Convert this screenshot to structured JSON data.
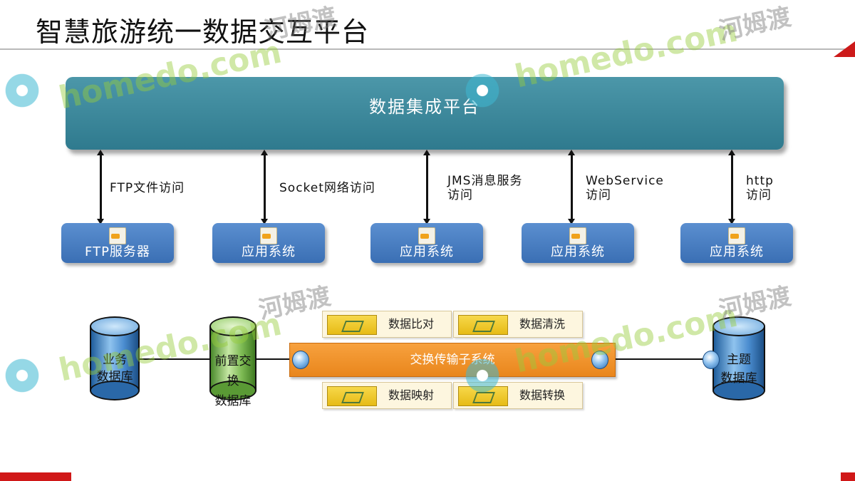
{
  "title": "智慧旅游统一数据交互平台",
  "platform": {
    "label": "数据集成平台"
  },
  "connections": [
    {
      "line1": "FTP文件访问",
      "line2": ""
    },
    {
      "line1": "Socket网络访问",
      "line2": ""
    },
    {
      "line1": "JMS消息服务",
      "line2": "访问"
    },
    {
      "line1": "WebService",
      "line2": "访问"
    },
    {
      "line1": "http",
      "line2": "访问"
    }
  ],
  "systems": [
    {
      "label": "FTP服务器"
    },
    {
      "label": "应用系统"
    },
    {
      "label": "应用系统"
    },
    {
      "label": "应用系统"
    },
    {
      "label": "应用系统"
    }
  ],
  "databases": {
    "business": {
      "line1": "业务",
      "line2": "数据库"
    },
    "exchange": {
      "line1": "前置交",
      "line2": "换",
      "line3": "数据库"
    },
    "theme": {
      "line1": "主题",
      "line2": "数据库"
    }
  },
  "bus": {
    "label": "交换传输子系统"
  },
  "sub_modules": {
    "top_left": "数据比对",
    "top_right": "数据清洗",
    "bottom_left": "数据映射",
    "bottom_right": "数据转换"
  },
  "watermarks": {
    "brand": "homedo.com",
    "cn": "河姆渡"
  },
  "colors": {
    "platform": "#3a8598",
    "system_box": "#4a7fc3",
    "bus": "#f0922a",
    "footer": "#d01818"
  }
}
